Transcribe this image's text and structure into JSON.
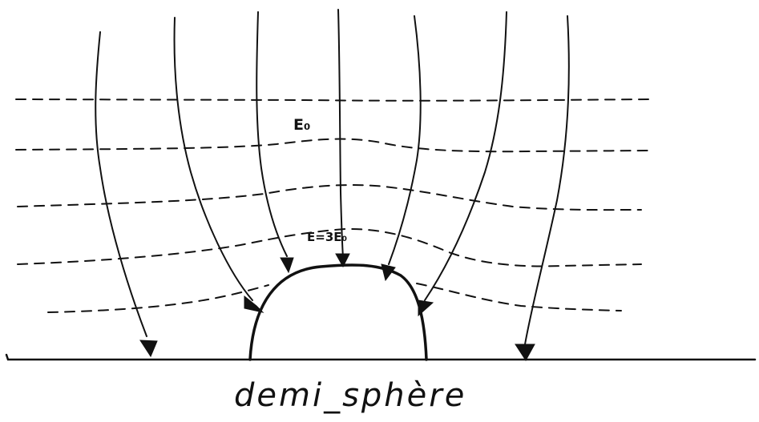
{
  "figure": {
    "label_far_field": "E₀",
    "label_top_field": "E=3E₀",
    "caption": "demi_sphère",
    "ink_color": "#111111",
    "background_color": "#ffffff"
  },
  "elements": {
    "equipotential_lines": "dashed",
    "field_lines": "solid-with-arrowheads",
    "conductor": "hemisphere on ground plane"
  }
}
